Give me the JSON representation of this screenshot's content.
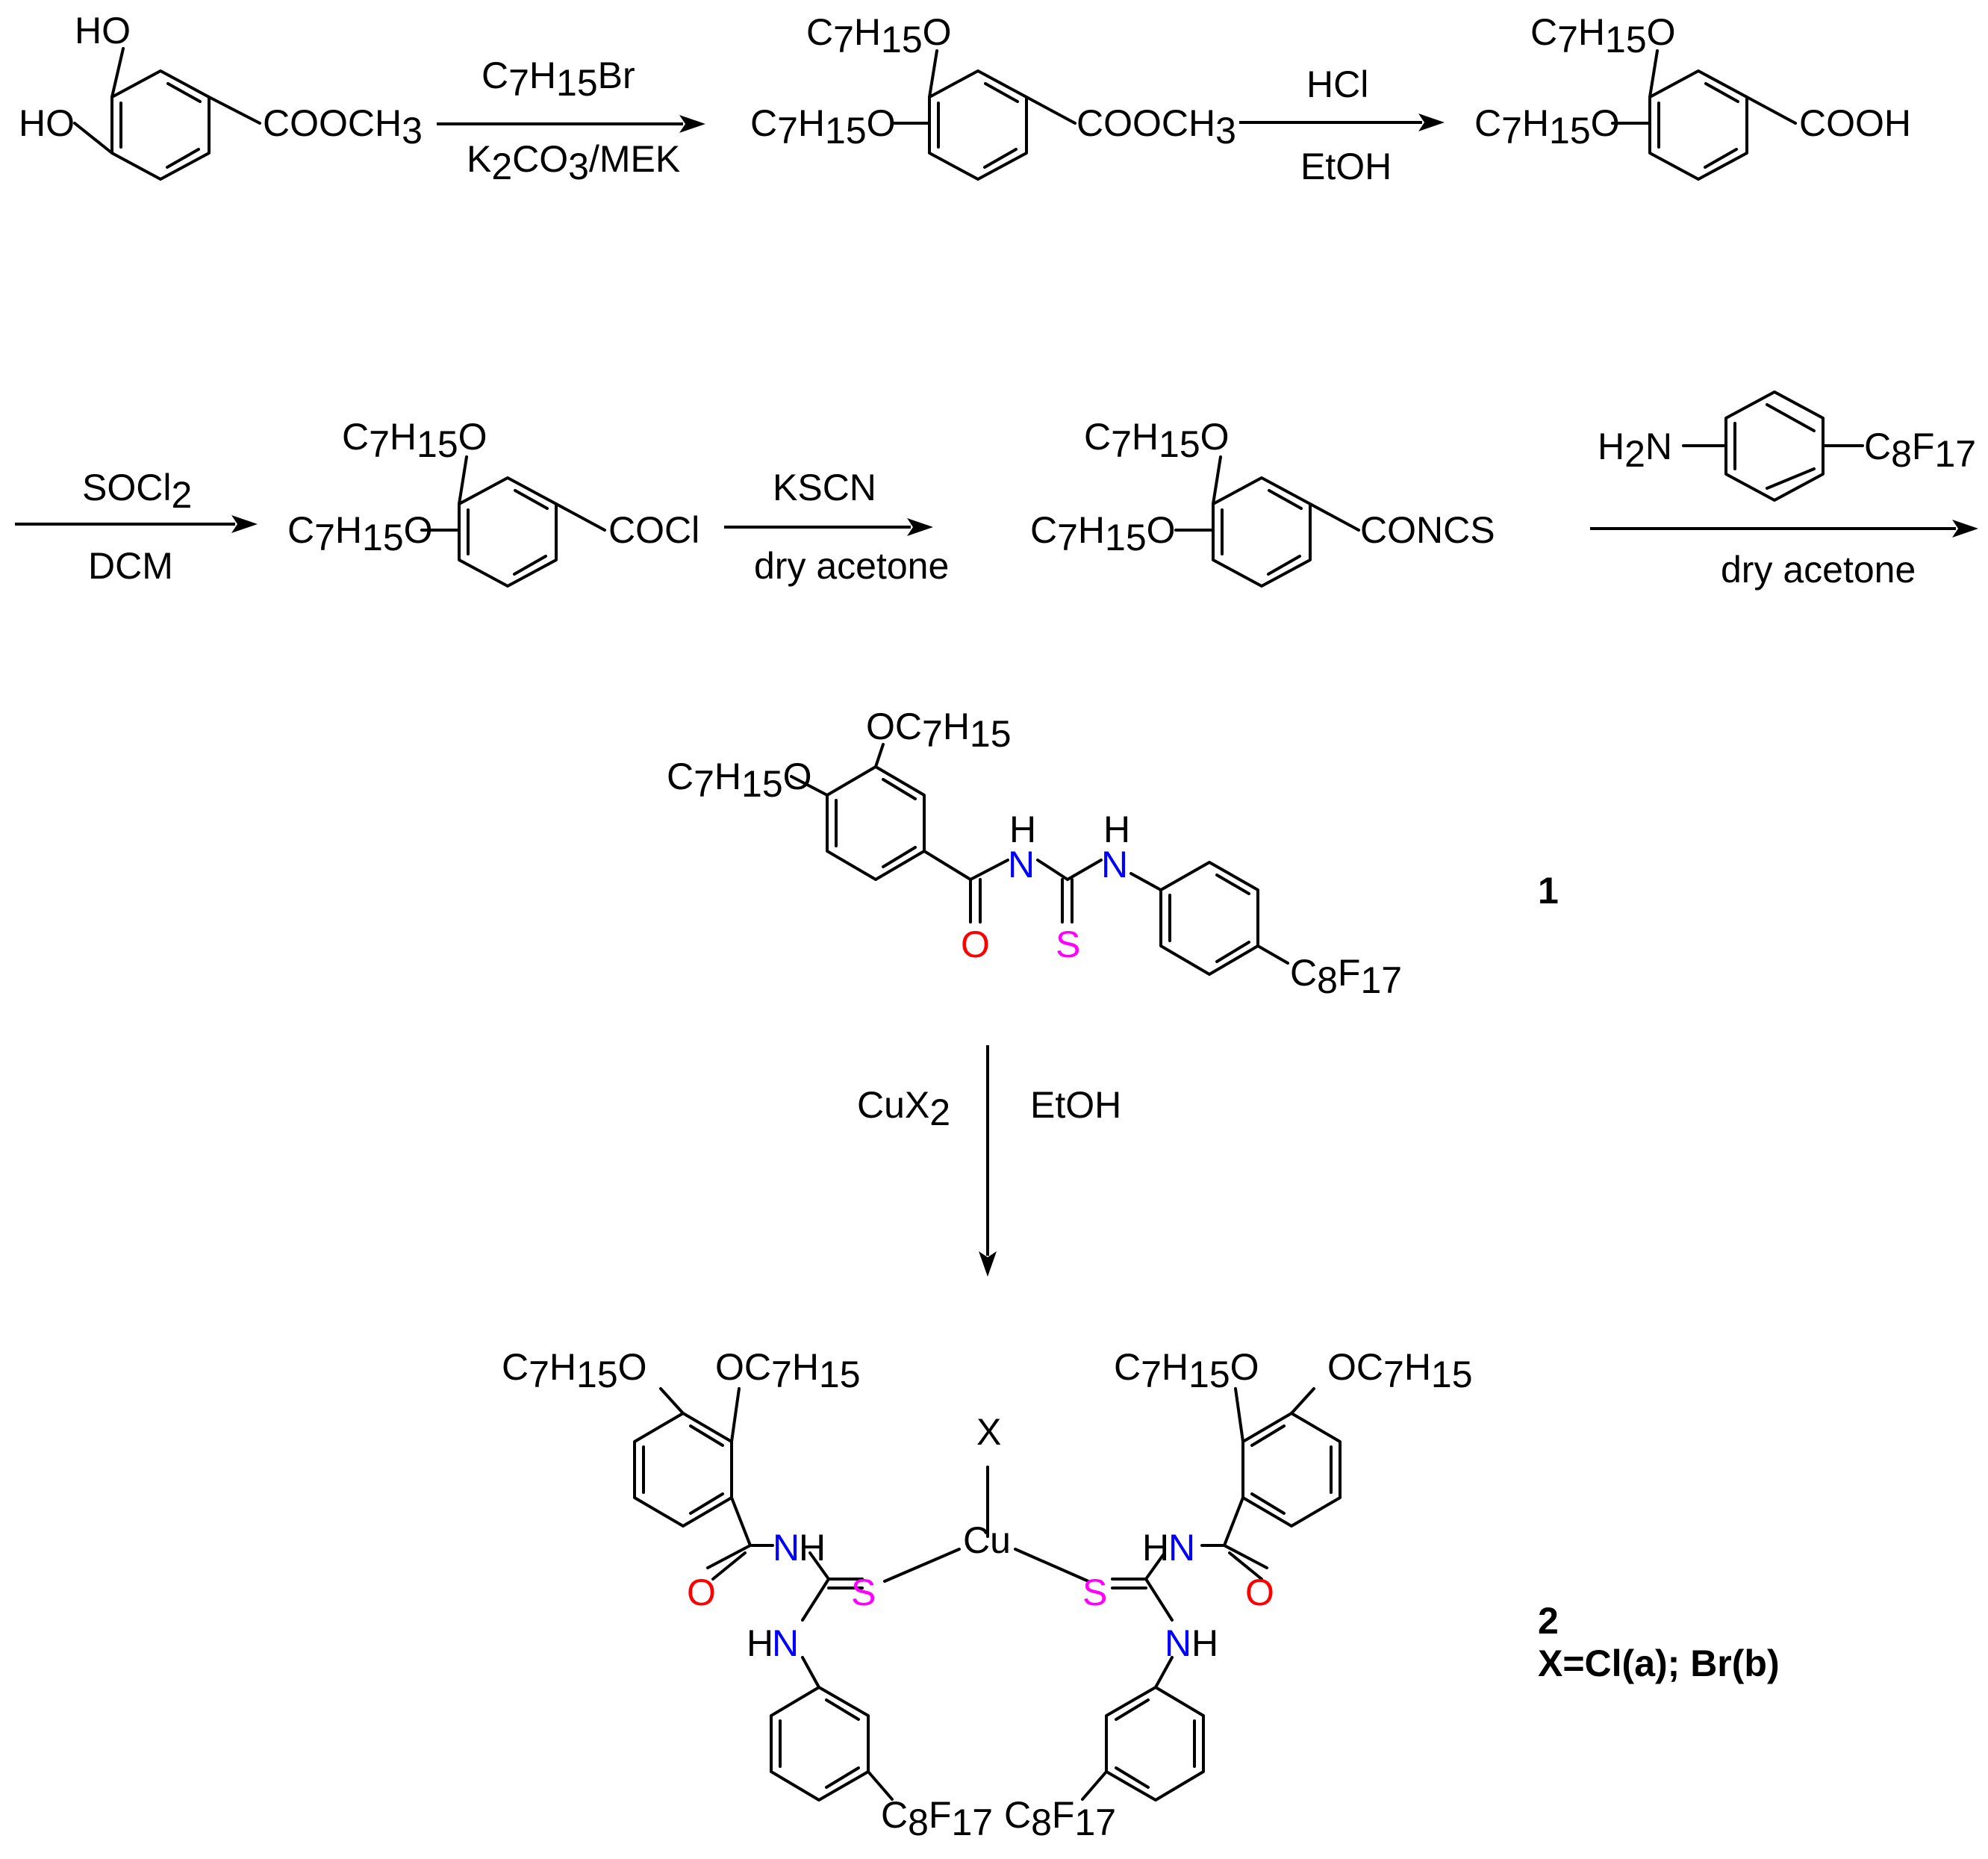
{
  "colors": {
    "oxygen": "#ff0000",
    "nitrogen": "#0000ff",
    "sulfur": "#ff00ff",
    "ink": "#000000"
  },
  "labels": {
    "HO": "HO",
    "COOCH3": "COOCH3",
    "COOH": "COOH",
    "COCl": "COCl",
    "CONCS": "CONCS",
    "C7H15O": "C7H15O",
    "OC7H15": "OC7H15",
    "H2N": "H2N",
    "C8F17": "C8F17",
    "H": "H",
    "N": "N",
    "O": "O",
    "S": "S",
    "NH": "NH",
    "HN": "HN",
    "X": "X",
    "Cu": "Cu"
  },
  "reactions": {
    "r1": {
      "above": "C7H15Br",
      "below": "K2CO3/MEK"
    },
    "r2": {
      "above": "HCl",
      "below": "EtOH"
    },
    "r3": {
      "above": "SOCl2",
      "below": "DCM"
    },
    "r4": {
      "above": "KSCN",
      "below": "dry acetone"
    },
    "r5": {
      "below": "dry acetone"
    },
    "r6": {
      "left": "CuX2",
      "right": "EtOH"
    }
  },
  "compounds": {
    "c1": {
      "number": "1"
    },
    "c2": {
      "number": "2",
      "note": "X=Cl(a); Br(b)"
    }
  }
}
